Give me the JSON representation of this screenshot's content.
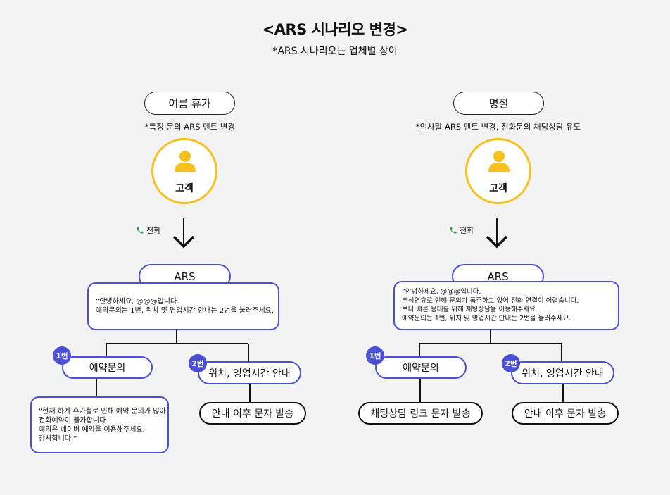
{
  "title": "<ARS 시나리오 변경>",
  "subtitle": "*ARS 시나리오는 업체별 상이",
  "colors": {
    "accent_blue": "#4a4fd6",
    "customer_yellow": "#f5c11f",
    "phone_green": "#2e9e4f"
  },
  "left": {
    "scenario": "여름 휴가",
    "note": "*특정 문의 ARS 멘트 변경",
    "customer": "고객",
    "call": "전화",
    "ars": "ARS",
    "ars_message": [
      "“안녕하세요, @@@입니다.",
      "예약문의는 1번, 위치 및 영업시간 안내는 2번을 눌러주세요."
    ],
    "option1": {
      "badge": "1번",
      "label": "예약문의"
    },
    "option2": {
      "badge": "2번",
      "label": "위치, 영업시간 안내"
    },
    "option1_message": [
      "“현재 하계 휴가철로 인해 예약 문의가 많아",
      "전화예약이 불가합니다.",
      "예약은 네이버 예약을 이용해주세요.",
      "감사합니다.”"
    ],
    "option2_result": "안내 이후 문자 발송"
  },
  "right": {
    "scenario": "명절",
    "note": "*인사말 ARS 멘트 변경, 전화문의 채팅상담 유도",
    "customer": "고객",
    "call": "전화",
    "ars": "ARS",
    "ars_message": [
      "“안녕하세요, @@@입니다.",
      "추석연휴로 인해 문의가 폭주하고 있어 전화 연결이 어렵습니다.",
      "보다 빠른 응대를 위해 채팅상담을 이용해주세요.",
      "예약문의는 1번, 위치 및 영업시간 안내는 2번을 눌러주세요."
    ],
    "option1": {
      "badge": "1번",
      "label": "예약문의"
    },
    "option2": {
      "badge": "2번",
      "label": "위치, 영업시간 안내"
    },
    "option1_result": "채팅상담 링크 문자 발송",
    "option2_result": "안내 이후 문자 발송"
  }
}
